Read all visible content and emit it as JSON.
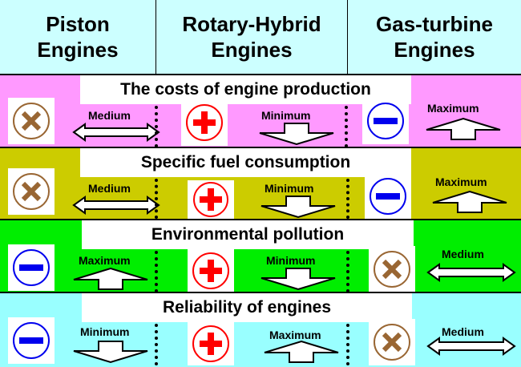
{
  "header": {
    "columns": [
      {
        "line1": "Piston",
        "line2": "Engines"
      },
      {
        "line1": "Rotary-Hybrid",
        "line2": "Engines"
      },
      {
        "line1": "Gas-turbine",
        "line2": "Engines"
      }
    ]
  },
  "colors": {
    "header_bg": "#ccffff",
    "row_costs": "#ff99ff",
    "row_fuel": "#cccc00",
    "row_pollution": "#00ee00",
    "row_reliability": "#99ffff",
    "plus_red": "#ff0000",
    "minus_blue": "#0000ee",
    "cross_brown": "#996633"
  },
  "rows": [
    {
      "title": "The costs of engine production",
      "piston": {
        "icon": "cross-icon",
        "level": "Medium"
      },
      "rotary": {
        "icon": "plus-icon",
        "level": "Minimum"
      },
      "turbine": {
        "icon": "minus-icon",
        "level": "Maximum"
      }
    },
    {
      "title": "Specific fuel consumption",
      "piston": {
        "icon": "cross-icon",
        "level": "Medium"
      },
      "rotary": {
        "icon": "plus-icon",
        "level": "Minimum"
      },
      "turbine": {
        "icon": "minus-icon",
        "level": "Maximum"
      }
    },
    {
      "title": "Environmental pollution",
      "piston": {
        "icon": "minus-icon",
        "level": "Maximum"
      },
      "rotary": {
        "icon": "plus-icon",
        "level": "Minimum"
      },
      "turbine": {
        "icon": "cross-icon",
        "level": "Medium"
      }
    },
    {
      "title": "Reliability of engines",
      "piston": {
        "icon": "minus-icon",
        "level": "Minimum"
      },
      "rotary": {
        "icon": "plus-icon",
        "level": "Maximum"
      },
      "turbine": {
        "icon": "cross-icon",
        "level": "Medium"
      }
    }
  ]
}
